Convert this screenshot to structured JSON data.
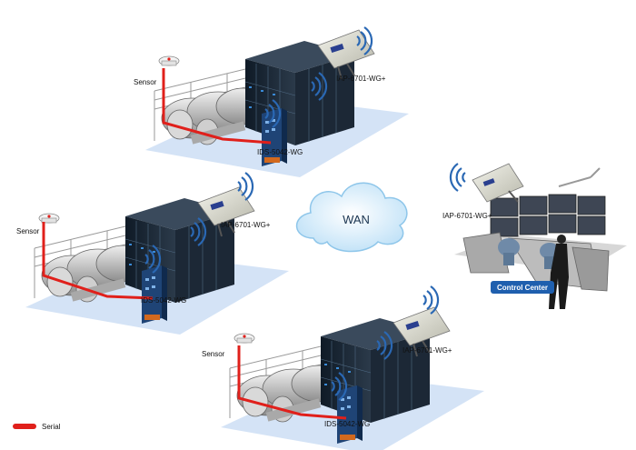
{
  "sites": [
    {
      "sensor_label": "Sensor",
      "switch_label": "IDS-5042-WG",
      "ap_label": "IAP-6701-WG+"
    },
    {
      "sensor_label": "Sensor",
      "switch_label": "IDS-5042-WG",
      "ap_label": "IAP-6701-WG+"
    },
    {
      "sensor_label": "Sensor",
      "switch_label": "IDS-5042-WG",
      "ap_label": "IAP-6701-WG+"
    }
  ],
  "wan_label": "WAN",
  "control_center": {
    "ap_label": "IAP-6701-WG+",
    "title": "Control Center"
  },
  "legend": {
    "serial_label": "Serial"
  },
  "colors": {
    "serial": "#e0201b",
    "wireless": "#2a68b4",
    "floor": "#cfe0f5",
    "cloud": "#cfe8f8"
  }
}
